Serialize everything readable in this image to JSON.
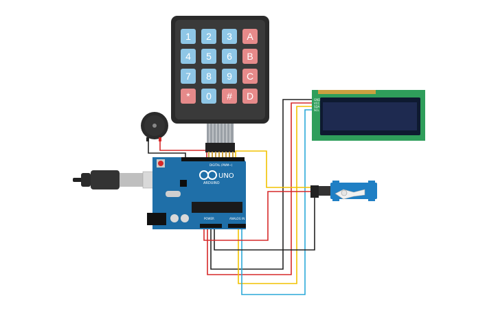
{
  "keypad": {
    "keys": [
      {
        "label": "1",
        "color": "#8ec6e6"
      },
      {
        "label": "2",
        "color": "#8ec6e6"
      },
      {
        "label": "3",
        "color": "#8ec6e6"
      },
      {
        "label": "A",
        "color": "#e68a8a"
      },
      {
        "label": "4",
        "color": "#8ec6e6"
      },
      {
        "label": "5",
        "color": "#8ec6e6"
      },
      {
        "label": "6",
        "color": "#8ec6e6"
      },
      {
        "label": "B",
        "color": "#e68a8a"
      },
      {
        "label": "7",
        "color": "#8ec6e6"
      },
      {
        "label": "8",
        "color": "#8ec6e6"
      },
      {
        "label": "9",
        "color": "#8ec6e6"
      },
      {
        "label": "C",
        "color": "#e68a8a"
      },
      {
        "label": "*",
        "color": "#e68a8a"
      },
      {
        "label": "0",
        "color": "#8ec6e6"
      },
      {
        "label": "#",
        "color": "#e68a8a"
      },
      {
        "label": "D",
        "color": "#e68a8a"
      }
    ]
  },
  "arduino": {
    "model": "UNO",
    "brand": "ARDUINO",
    "digital_label": "DIGITAL (PWM~)",
    "power_label": "POWER",
    "analog_label": "ANALOG IN",
    "board_color": "#1f6fa8"
  },
  "lcd": {
    "pins": [
      "GND",
      "VCC",
      "SDA",
      "SCL"
    ],
    "board_color": "#2f9e5b",
    "screen_color": "#1e2a50"
  },
  "wire_colors": {
    "black": "#222222",
    "red": "#d62828",
    "yellow": "#f2c200",
    "blue": "#2aa8d8",
    "orange": "#ff8c00"
  }
}
